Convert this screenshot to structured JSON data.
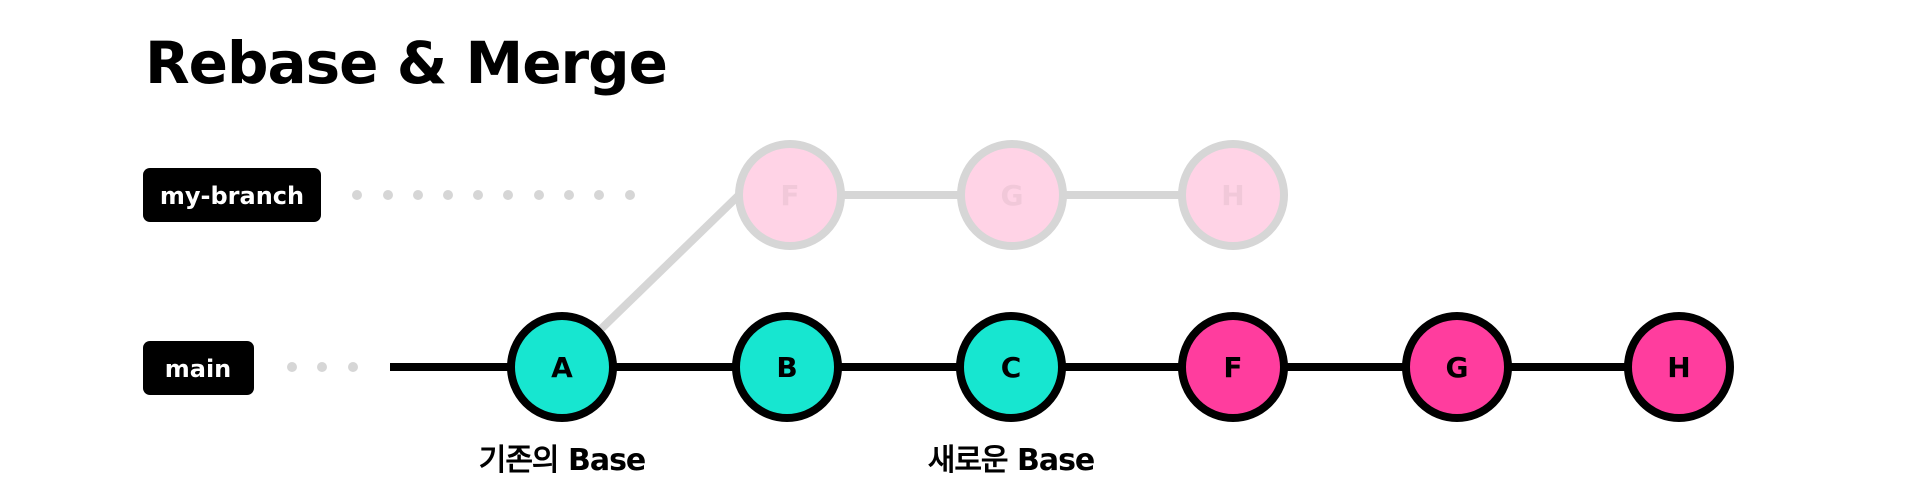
{
  "title": "Rebase & Merge",
  "branches": {
    "feature": "my-branch",
    "main": "main"
  },
  "main_commits": [
    "A",
    "B",
    "C"
  ],
  "ghost_commits": [
    "F",
    "G",
    "H"
  ],
  "rebased_commits": [
    "F",
    "G",
    "H"
  ],
  "captions": {
    "old_base": "기존의 Base",
    "new_base": "새로운 Base"
  },
  "colors": {
    "main_fill": "#17e6d0",
    "rebased_fill": "#ff3d9e",
    "ghost_fill": "#ffd3e6",
    "ghost_stroke": "#d6d6d6",
    "stroke": "#000000",
    "badge": "#000000"
  }
}
